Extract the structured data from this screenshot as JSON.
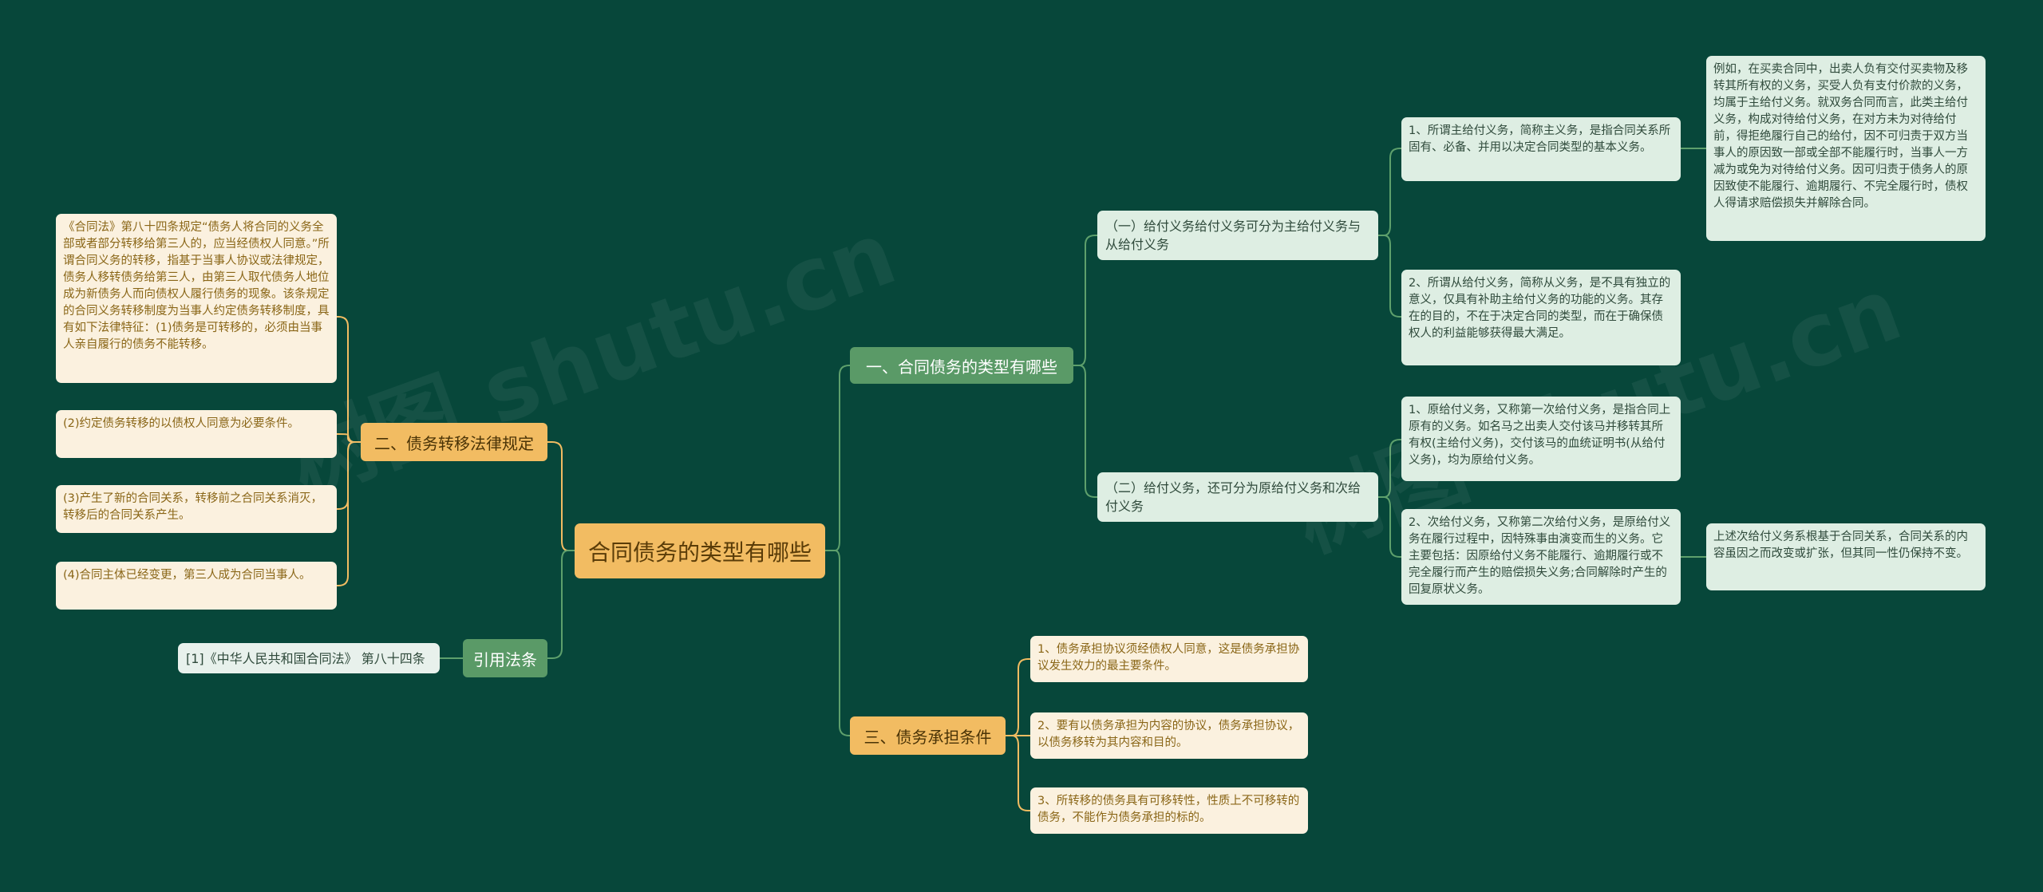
{
  "colors": {
    "background": "#07473a",
    "link_green": "#5ea06c",
    "link_orange": "#f2bc62",
    "root": "#f2bc62",
    "branch_green": "#5a9a67",
    "branch_orange": "#f2bc62",
    "note_cream": "#fbf1df",
    "note_light": "#deeee3"
  },
  "root": {
    "label": "合同债务的类型有哪些"
  },
  "branches": {
    "types": {
      "label": "一、合同债务的类型有哪些",
      "sub1": {
        "label": "（一）给付义务给付义务可分为主给付义务与从给付义务",
        "main_pay": "1、所谓主给付义务，简称主义务，是指合同关系所固有、必备、并用以决定合同类型的基本义务。",
        "main_pay_example": "例如，在买卖合同中，出卖人负有交付买卖物及移转其所有权的义务，买受人负有支付价款的义务，均属于主给付义务。就双务合同而言，此类主给付义务，构成对待给付义务，在对方未为对待给付前，得拒绝履行自己的给付，因不可归责于双方当事人的原因致一部或全部不能履行时，当事人一方减为或免为对待给付义务。因可归责于债务人的原因致使不能履行、逾期履行、不完全履行时，债权人得请求赔偿损失并解除合同。",
        "sub_pay": "2、所谓从给付义务，简称从义务，是不具有独立的意义，仅具有补助主给付义务的功能的义务。其存在的目的，不在于决定合同的类型，而在于确保债权人的利益能够获得最大满足。"
      },
      "sub2": {
        "label": "（二）给付义务，还可分为原给付义务和次给付义务",
        "orig_pay": "1、原给付义务，又称第一次给付义务，是指合同上原有的义务。如名马之出卖人交付该马并移转其所有权(主给付义务)，交付该马的血统证明书(从给付义务)，均为原给付义务。",
        "second_pay": "2、次给付义务，又称第二次给付义务，是原给付义务在履行过程中，因特殊事由演变而生的义务。它主要包括：因原给付义务不能履行、逾期履行或不完全履行而产生的赔偿损失义务;合同解除时产生的回复原状义务。",
        "second_pay_note": "上述次给付义务系根基于合同关系，合同关系的内容虽因之而改变或扩张，但其同一性仍保持不变。"
      }
    },
    "transfer": {
      "label": "二、债务转移法律规定",
      "items": [
        "《合同法》第八十四条规定“债务人将合同的义务全部或者部分转移给第三人的，应当经债权人同意。”所谓合同义务的转移，指基于当事人协议或法律规定，债务人移转债务给第三人，由第三人取代债务人地位成为新债务人而向债权人履行债务的现象。该条规定的合同义务转移制度为当事人约定债务转移制度，具有如下法律特征：(1)债务是可转移的，必须由当事人亲自履行的债务不能转移。",
        "(2)约定债务转移的以债权人同意为必要条件。",
        "(3)产生了新的合同关系，转移前之合同关系消灭，转移后的合同关系产生。",
        "(4)合同主体已经变更，第三人成为合同当事人。"
      ]
    },
    "conditions": {
      "label": "三、债务承担条件",
      "items": [
        "1、债务承担协议须经债权人同意，这是债务承担协议发生效力的最主要条件。",
        "2、要有以债务承担为内容的协议，债务承担协议，以债务移转为其内容和目的。",
        "3、所转移的债务具有可移转性，性质上不可移转的债务，不能作为债务承担的标的。"
      ]
    },
    "law": {
      "label": "引用法条",
      "items": [
        "[1]《中华人民共和国合同法》 第八十四条"
      ]
    }
  }
}
